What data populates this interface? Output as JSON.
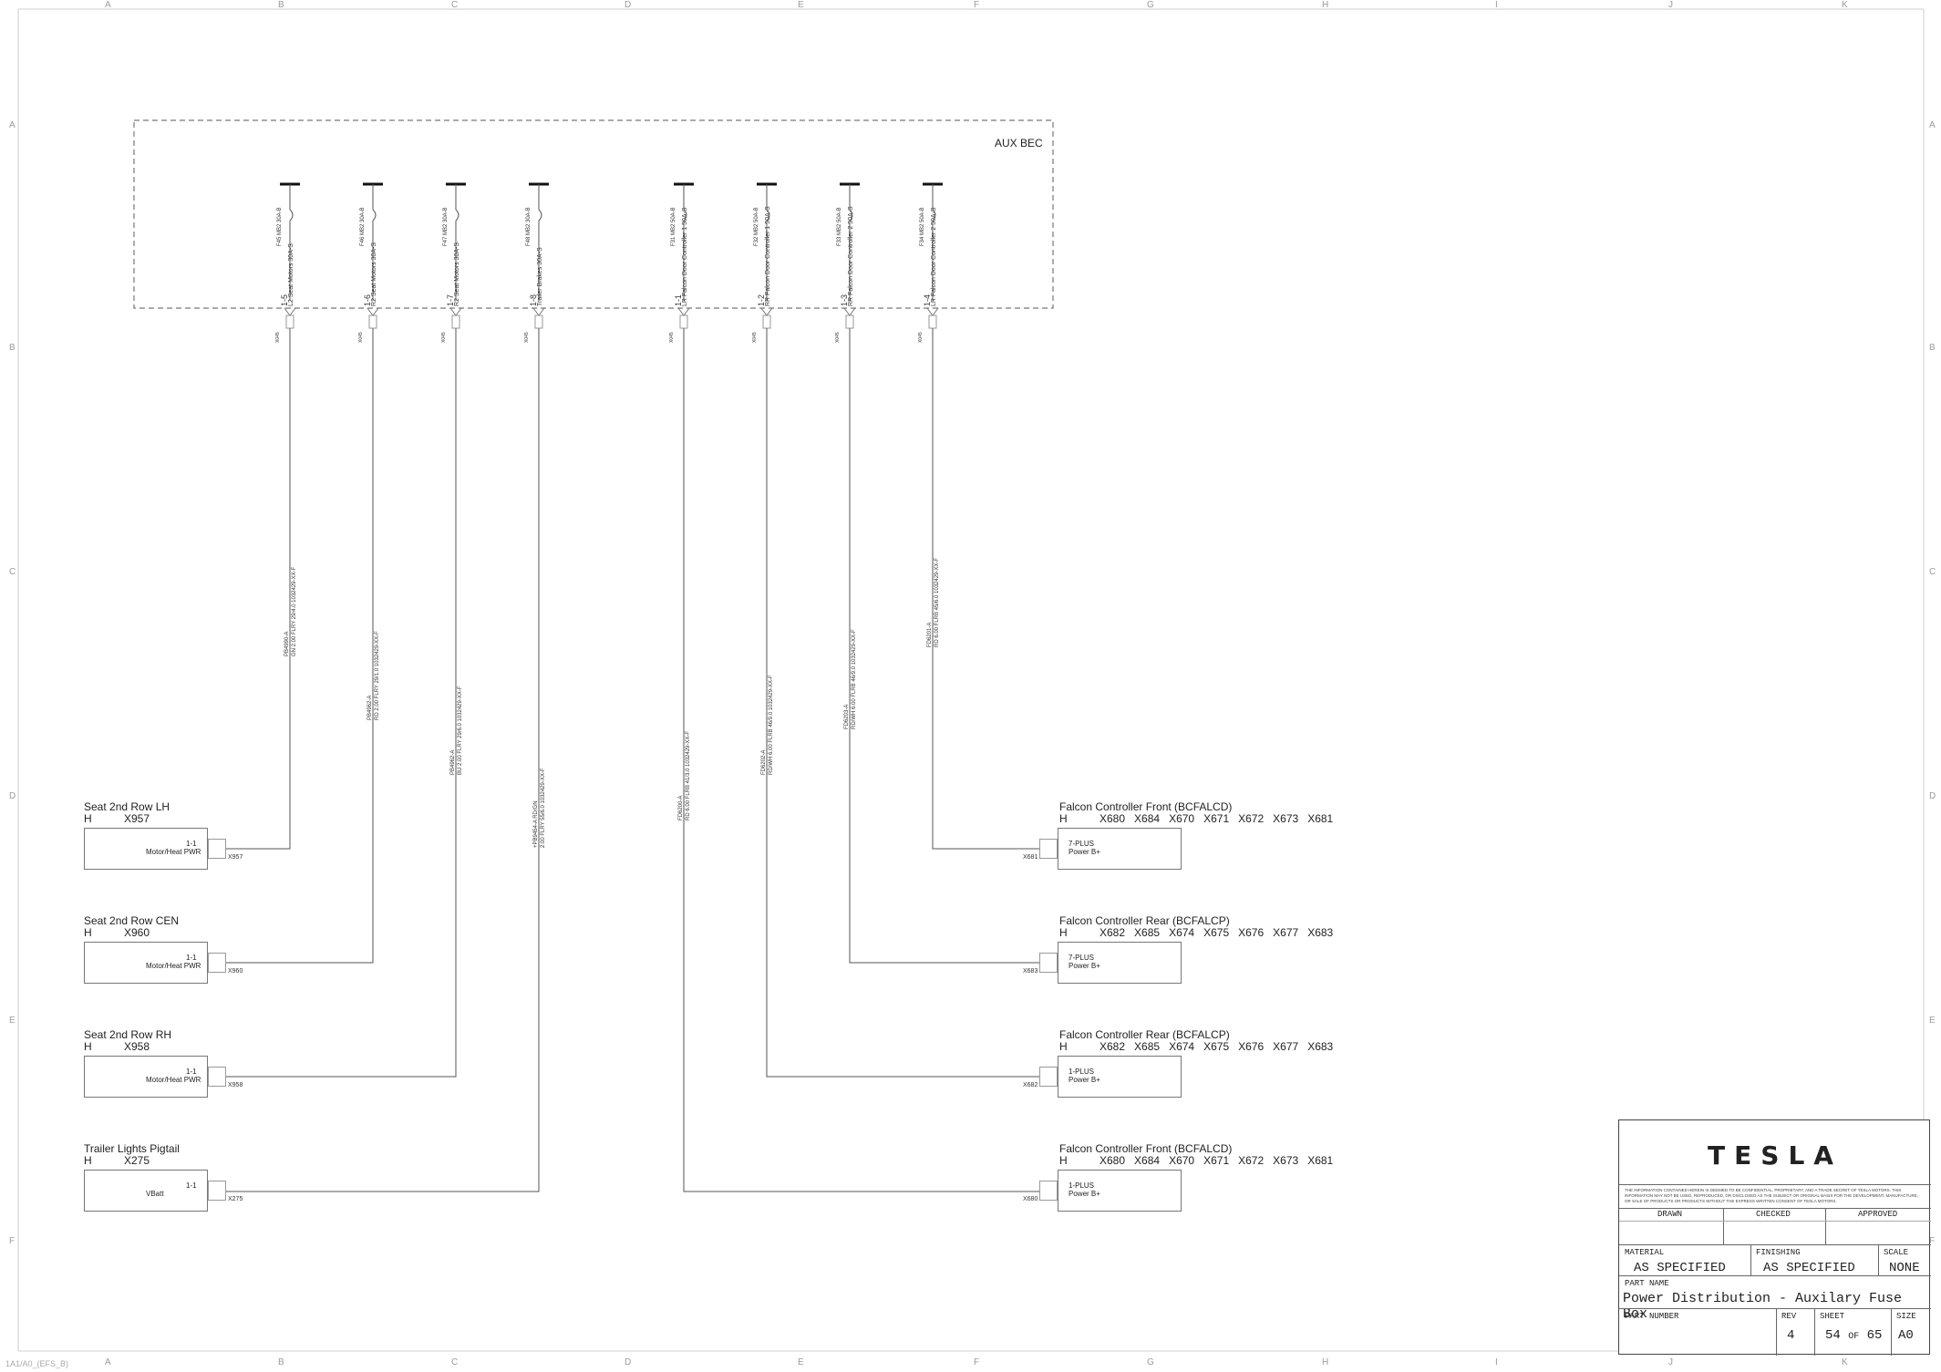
{
  "grid": {
    "columns": [
      "A",
      "B",
      "C",
      "D",
      "E",
      "F",
      "G",
      "H",
      "I",
      "J",
      "K"
    ],
    "rows": [
      "A",
      "B",
      "C",
      "D",
      "E",
      "F"
    ]
  },
  "aux_bec": {
    "title": "AUX BEC"
  },
  "fuses": [
    {
      "id": "F45",
      "part": "MB2 30A-B",
      "position": "1-5",
      "name": "L2 Seat Motors 30A-S",
      "splice": "X045",
      "circuit": "PB4990-A",
      "info": "GN  2.00  FLRY  29/4.0  1032429-XX-F"
    },
    {
      "id": "F46",
      "part": "MB2 30A-B",
      "position": "1-6",
      "name": "R2 Seat Motors 30A-S",
      "splice": "X045",
      "circuit": "PB4962-A",
      "info": "RD  2.00  FLRY  29/1.0  1032429-XX-F"
    },
    {
      "id": "F47",
      "part": "MB2 30A-B",
      "position": "1-7",
      "name": "R2 Seat Motors 30A-S",
      "splice": "X045",
      "circuit": "PB4962-A",
      "info": "BU  2.00  FLRY  29/6.0  1032429-XX-F"
    },
    {
      "id": "F48",
      "part": "MB2 30A-B",
      "position": "1-8",
      "name": "Trailer Brakes 30A-S",
      "splice": "X045",
      "circuit": "+PB9454-A  RD/GN",
      "info": "2.00  FLRY  55/6.0  1032429-XX-F"
    },
    {
      "id": "F31",
      "part": "MB2 50A-B",
      "position": "1-1",
      "name": "LR Falcon Door Controller 1 50A-S",
      "splice": "X045",
      "circuit": "FD6200-A",
      "info": "RD  6.00  FLRB  41/3.0  1032429-XX-F"
    },
    {
      "id": "F32",
      "part": "MB2 50A-B",
      "position": "1-2",
      "name": "RR Falcon Door Controller 1 50A-S",
      "splice": "X045",
      "circuit": "FD6202-A",
      "info": "RD/WH  6.00  FLRB  46/9.0  1032429-XX-F"
    },
    {
      "id": "F33",
      "part": "MB2 50A-B",
      "position": "1-3",
      "name": "RR Falcon Door Controller 2 50A-S",
      "splice": "X045",
      "circuit": "FD6203-A",
      "info": "RD/WH  6.00  FLRB  46/9.0  1032429-XX-F"
    },
    {
      "id": "F34",
      "part": "MB2 50A-B",
      "position": "1-4",
      "name": "LR Falcon Door Controller 2 50A-S",
      "splice": "X045",
      "circuit": "FD6201-A",
      "info": "RD  6.00  FLRB  45/6.0  1032429-XX-F"
    }
  ],
  "left_devices": [
    {
      "name": "Seat 2nd Row LH",
      "letter": "H",
      "connector": "X957",
      "pin": "1-1",
      "func": "Motor/Heat PWR",
      "tag": "X957"
    },
    {
      "name": "Seat 2nd Row CEN",
      "letter": "H",
      "connector": "X960",
      "pin": "1-1",
      "func": "Motor/Heat PWR",
      "tag": "X960"
    },
    {
      "name": "Seat 2nd Row RH",
      "letter": "H",
      "connector": "X958",
      "pin": "1-1",
      "func": "Motor/Heat PWR",
      "tag": "X958"
    },
    {
      "name": "Trailer Lights Pigtail",
      "letter": "H",
      "connector": "X275",
      "pin": "1-1",
      "func": "VBatt",
      "tag": "X275"
    }
  ],
  "right_devices": [
    {
      "name": "Falcon Controller Front (BCFALCD)",
      "letter": "H",
      "connectors": [
        "X680",
        "X684",
        "X670",
        "X671",
        "X672",
        "X673",
        "X681"
      ],
      "pin": "7-PLUS",
      "func": "Power B+",
      "tag": "X681"
    },
    {
      "name": "Falcon Controller Rear (BCFALCP)",
      "letter": "H",
      "connectors": [
        "X682",
        "X685",
        "X674",
        "X675",
        "X676",
        "X677",
        "X683"
      ],
      "pin": "7-PLUS",
      "func": "Power B+",
      "tag": "X683"
    },
    {
      "name": "Falcon Controller Rear (BCFALCP)",
      "letter": "H",
      "connectors": [
        "X682",
        "X685",
        "X674",
        "X675",
        "X676",
        "X677",
        "X683"
      ],
      "pin": "1-PLUS",
      "func": "Power B+",
      "tag": "X682"
    },
    {
      "name": "Falcon Controller Front (BCFALCD)",
      "letter": "H",
      "connectors": [
        "X680",
        "X684",
        "X670",
        "X671",
        "X672",
        "X673",
        "X681"
      ],
      "pin": "1-PLUS",
      "func": "Power B+",
      "tag": "X680"
    }
  ],
  "title_block": {
    "logo": "TESLA",
    "notice": "THE INFORMATION CONTAINED HEREIN IS DEEMED TO BE CONFIDENTIAL, PROPRIETARY, AND A TRADE SECRET OF TESLA MOTORS. THIS INFORMATION MAY NOT BE USED, REPRODUCED, OR DISCLOSED AS THE SUBJECT OR ORIGINAL BASIS FOR THE DEVELOPMENT, MANUFACTURE, OR SALE OF PRODUCTS OR PRODUCTS WITHOUT THE EXPRESS WRITTEN CONSENT OF TESLA MOTORS.",
    "drawn_label": "DRAWN",
    "checked_label": "CHECKED",
    "approved_label": "APPROVED",
    "material_label": "MATERIAL",
    "material_value": "AS SPECIFIED",
    "finishing_label": "FINISHING",
    "finishing_value": "AS SPECIFIED",
    "scale_label": "SCALE",
    "scale_value": "NONE",
    "part_name_label": "PART NAME",
    "part_name_value": "Power Distribution - Auxilary Fuse Box",
    "part_number_label": "PART NUMBER",
    "rev_label": "REV",
    "rev_value": "4",
    "sheet_label": "SHEET",
    "sheet_value": "54",
    "sheet_of": "OF",
    "sheet_total": "65",
    "size_label": "SIZE",
    "size_value": "A0"
  },
  "footer_stamp": "1A1/A0_(EFS_B)"
}
